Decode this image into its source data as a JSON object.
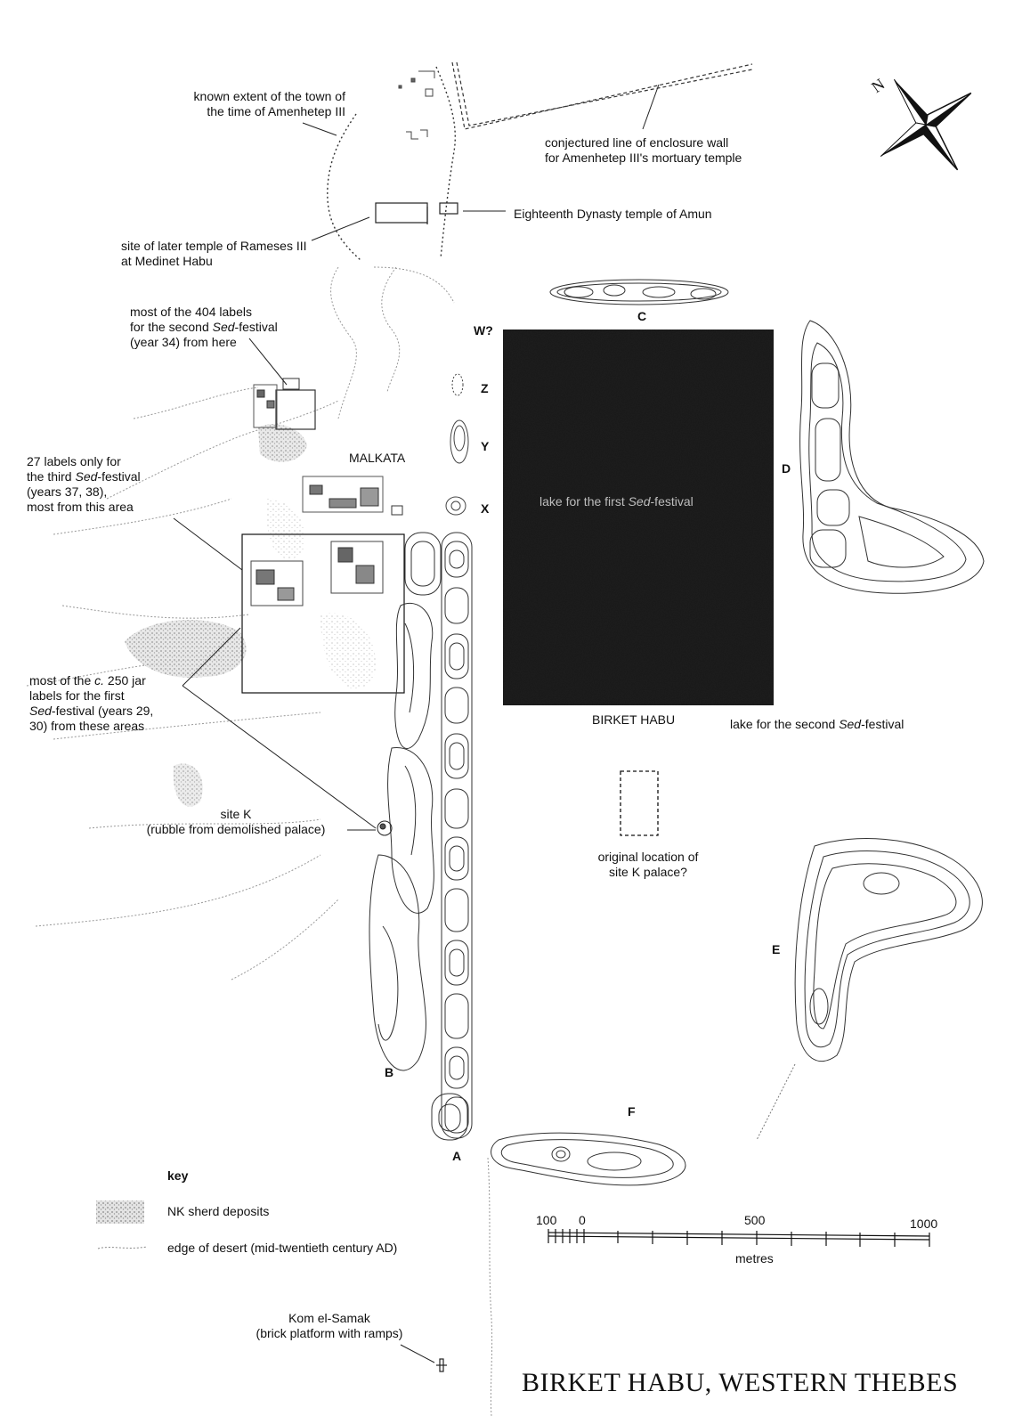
{
  "title": "BIRKET HABU, WESTERN THEBES",
  "compass": {
    "north": "N"
  },
  "labels": {
    "town_extent": [
      "known extent of the town of",
      "the time of Amenhetep III"
    ],
    "enclosure_wall": [
      "conjectured line of enclosure wall",
      "for Amenhetep III's mortuary temple"
    ],
    "temple_amun": "Eighteenth Dynasty temple of Amun",
    "rameses": [
      "site of later temple of Rameses III",
      "at Medinet Habu"
    ],
    "labels_404": [
      "most of the 404 labels",
      "for the second ",
      "Sed",
      "-festival",
      "(year 34) from here"
    ],
    "labels_27": [
      "27 labels only for",
      "the third ",
      "Sed",
      "-festival",
      "(years 37, 38),",
      "most from this area"
    ],
    "labels_250": [
      "most of the ",
      "c.",
      " 250 jar",
      "labels  for the first",
      "Sed",
      "-festival (years 29,",
      "30) from these areas"
    ],
    "malkata": "MALKATA",
    "site_k": [
      "site K",
      "(rubble from demolished palace)"
    ],
    "birket_habu": "BIRKET HABU",
    "lake_second": [
      "lake for the second ",
      "Sed",
      "-festival"
    ],
    "lake_first": [
      "lake for the first ",
      "Sed",
      "-festival"
    ],
    "original_location": [
      "original location of",
      "site K palace?"
    ],
    "kom_el_samak": [
      "Kom el-Samak",
      "(brick platform with ramps)"
    ]
  },
  "sites": {
    "A": "A",
    "B": "B",
    "C": "C",
    "D": "D",
    "E": "E",
    "F": "F",
    "W": "W?",
    "X": "X",
    "Y": "Y",
    "Z": "Z"
  },
  "key": {
    "title": "key",
    "items": [
      {
        "label": "NK sherd deposits",
        "symbol": "stipple"
      },
      {
        "label": "edge of desert (mid-twentieth century AD)",
        "symbol": "dotted-line"
      }
    ]
  },
  "scale": {
    "ticks": [
      "100",
      "0",
      "500",
      "1000"
    ],
    "unit": "metres"
  }
}
